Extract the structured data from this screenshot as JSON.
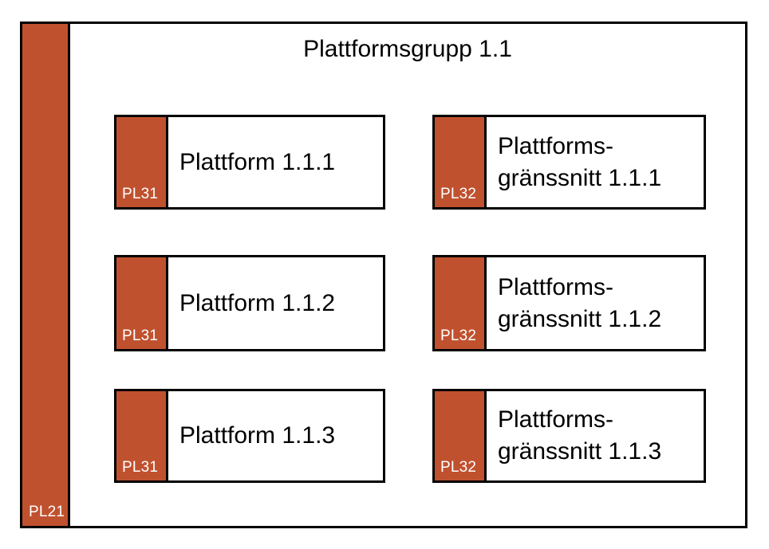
{
  "diagram": {
    "title": "Plattformsgrupp 1.1",
    "band": {
      "tag": "PL21"
    },
    "colors": {
      "accent": "#C0512F",
      "border": "#000000",
      "surface": "#FFFFFF",
      "tag_text": "#FFFFFF",
      "label_text": "#000000"
    },
    "columns": [
      {
        "name": "platforms",
        "tag": "PL31",
        "items": [
          {
            "tag": "PL31",
            "label": "Plattform 1.1.1"
          },
          {
            "tag": "PL31",
            "label": "Plattform 1.1.2"
          },
          {
            "tag": "PL31",
            "label": "Plattform 1.1.3"
          }
        ]
      },
      {
        "name": "platform-interfaces",
        "tag": "PL32",
        "items": [
          {
            "tag": "PL32",
            "label": "Plattforms-\ngränssnitt 1.1.1"
          },
          {
            "tag": "PL32",
            "label": "Plattforms-\ngränssnitt 1.1.2"
          },
          {
            "tag": "PL32",
            "label": "Plattforms-\ngränssnitt 1.1.3"
          }
        ]
      }
    ]
  }
}
